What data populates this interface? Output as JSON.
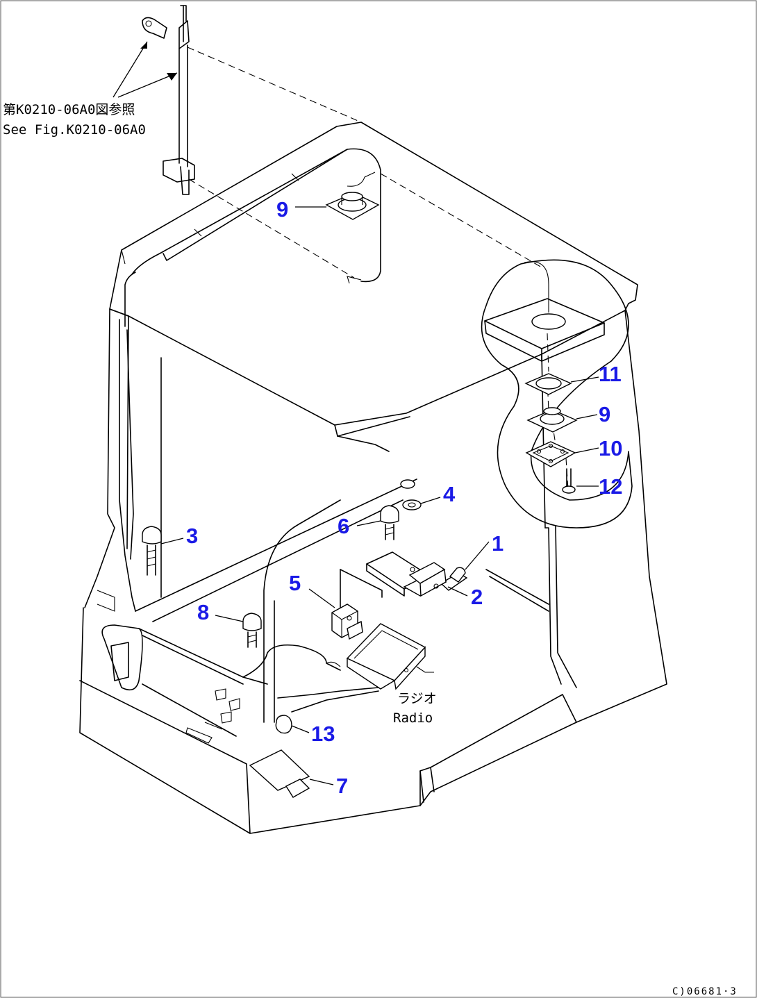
{
  "reference_note": {
    "line_jp": "第K0210-06A0図参照",
    "line_en": "See Fig.K0210-06A0"
  },
  "radio_label": {
    "jp": "ラジオ",
    "en": "Radio"
  },
  "callouts": [
    {
      "id": "1",
      "label": "1"
    },
    {
      "id": "2",
      "label": "2"
    },
    {
      "id": "3",
      "label": "3"
    },
    {
      "id": "4",
      "label": "4"
    },
    {
      "id": "5",
      "label": "5"
    },
    {
      "id": "6",
      "label": "6"
    },
    {
      "id": "7",
      "label": "7"
    },
    {
      "id": "8",
      "label": "8"
    },
    {
      "id": "9a",
      "label": "9"
    },
    {
      "id": "9b",
      "label": "9"
    },
    {
      "id": "10",
      "label": "10"
    },
    {
      "id": "11",
      "label": "11"
    },
    {
      "id": "12",
      "label": "12"
    },
    {
      "id": "13",
      "label": "13"
    }
  ],
  "drawing_code": "C)06681·3",
  "colors": {
    "callout": "#1a1ae6",
    "line": "#000000",
    "background": "#ffffff"
  }
}
